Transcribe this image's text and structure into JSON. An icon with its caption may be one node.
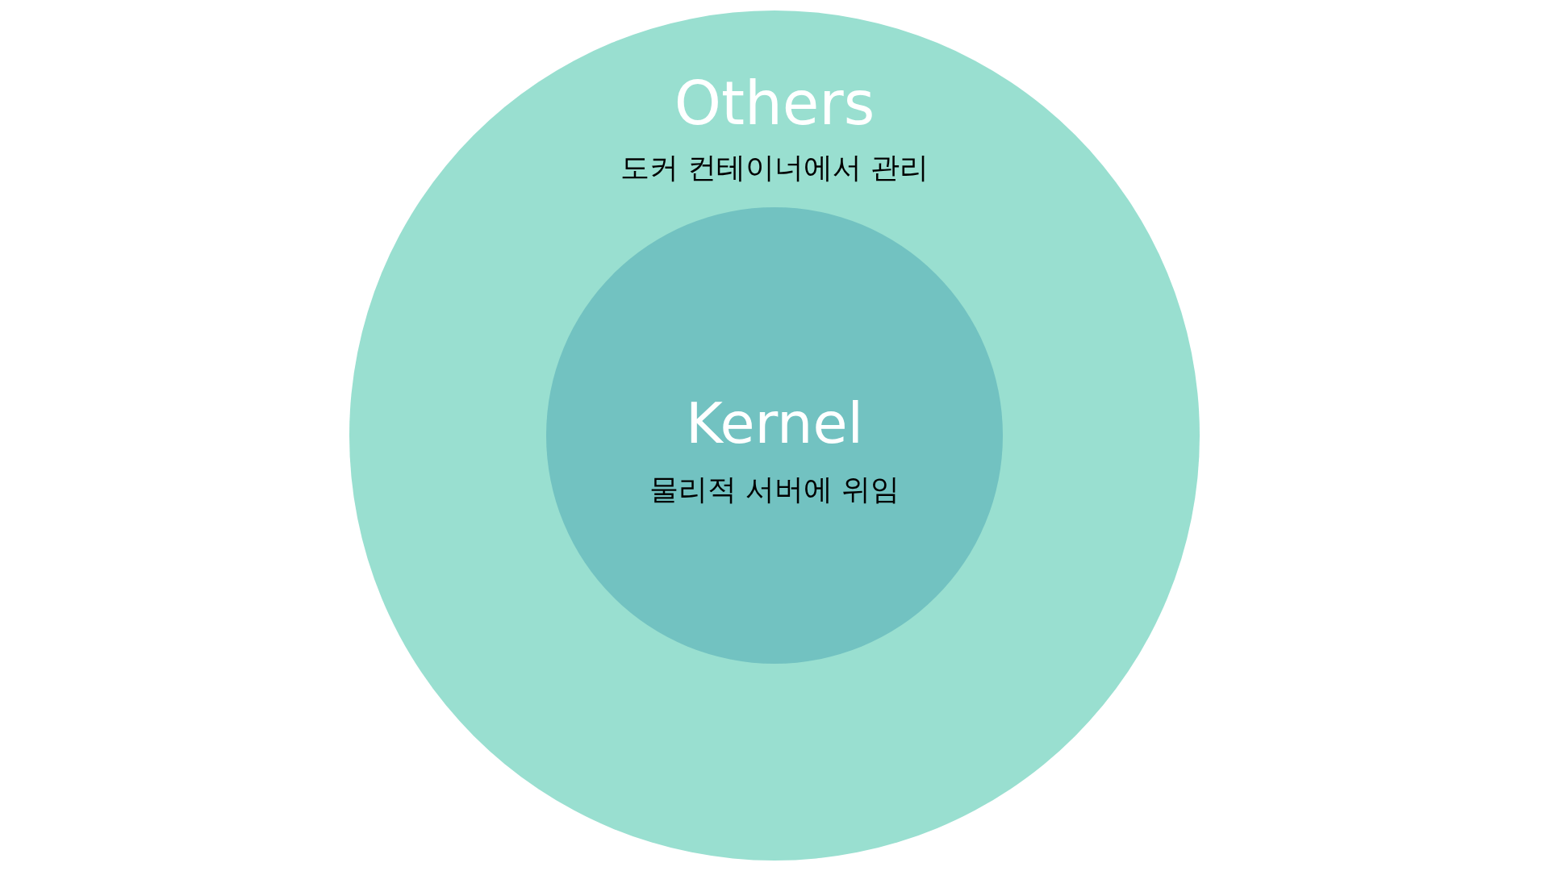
{
  "diagram": {
    "nodes": [
      {
        "text": [
          "Others",
          "도커 컨테이너에서 관리"
        ]
      },
      {
        "text": [
          "Kernel",
          "물리적 서버에 위임"
        ],
        "in": 0
      }
    ]
  }
}
